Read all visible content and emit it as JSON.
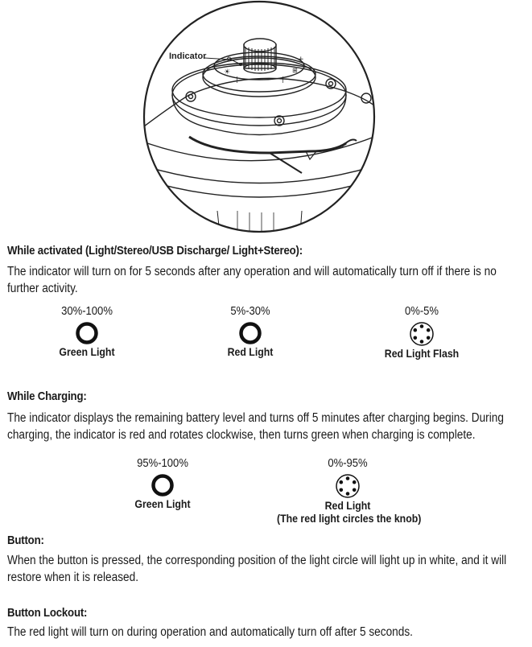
{
  "figure": {
    "indicator_label": "Indicator"
  },
  "activated": {
    "heading": "While activated (Light/Stereo/USB Discharge/ Light+Stereo):",
    "text": "The indicator will turn on for 5 seconds after any operation and will automatically turn off if there is no further activity.",
    "levels": [
      {
        "range": "30%-100%",
        "label": "Green Light",
        "style": "solid"
      },
      {
        "range": "5%-30%",
        "label": "Red Light",
        "style": "solid"
      },
      {
        "range": "0%-5%",
        "label": "Red Light Flash",
        "style": "dots"
      }
    ]
  },
  "charging": {
    "heading": "While Charging:",
    "text": "The indicator displays the remaining battery level and turns off 5 minutes after charging begins. During charging, the indicator is red and rotates clockwise, then turns green when charging is complete.",
    "levels": [
      {
        "range": "95%-100%",
        "label": "Green Light",
        "note": "",
        "style": "solid"
      },
      {
        "range": "0%-95%",
        "label": "Red Light",
        "note": "(The red light circles the knob)",
        "style": "dots"
      }
    ]
  },
  "button": {
    "heading": "Button:",
    "text": "When the button is pressed, the corresponding position of the light circle will light up in white, and it will restore when it is released."
  },
  "lockout": {
    "heading": "Button Lockout:",
    "text": "The red light will turn on during operation and automatically turn off after 5 seconds."
  }
}
